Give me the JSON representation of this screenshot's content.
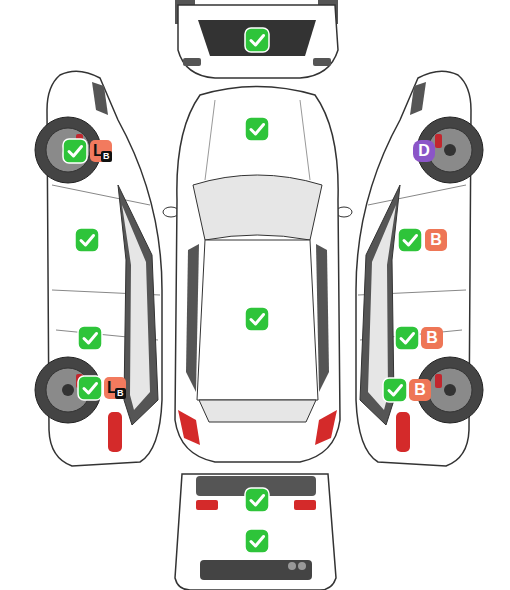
{
  "diagram": {
    "nodes": [
      {
        "text": [
          "L",
          "B"
        ]
      },
      {
        "text": [
          "D"
        ]
      },
      {
        "text": [
          "B"
        ]
      },
      {
        "text": [
          "B"
        ]
      },
      {
        "text": [
          "L",
          "B"
        ]
      },
      {
        "text": [
          "B"
        ]
      }
    ]
  }
}
